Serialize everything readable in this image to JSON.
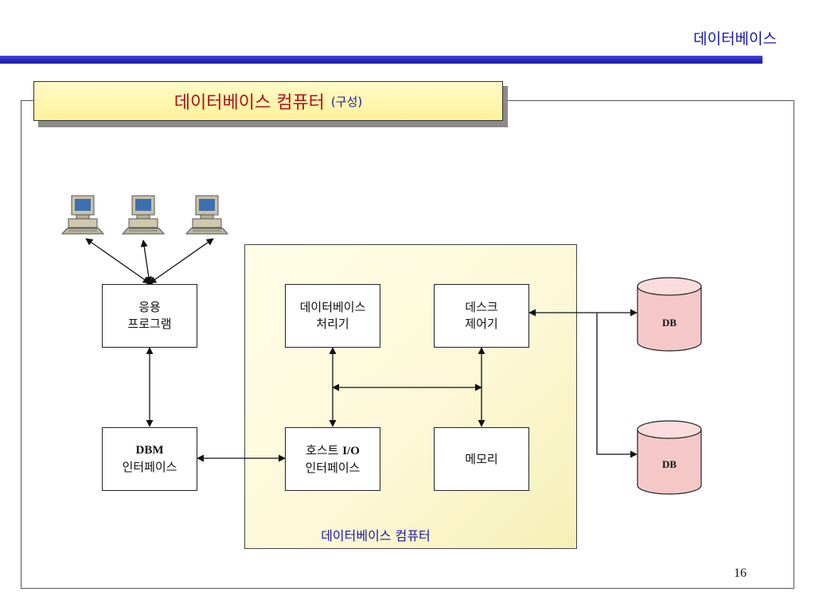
{
  "header": {
    "title": "데이터베이스"
  },
  "slide_title": {
    "main": "데이터베이스 컴퓨터",
    "sub": "(구성)"
  },
  "boxes": {
    "app": {
      "line1": "응용",
      "line2": "프로그램"
    },
    "dbm": {
      "line1": "DBM",
      "line2": "인터페이스"
    },
    "db_processor": {
      "line1": "데이터베이스",
      "line2": "처리기"
    },
    "disk_controller": {
      "line1": "데스크",
      "line2": "제어기"
    },
    "host_io": {
      "line1_kr": "호스트",
      "line1_en": "I/O",
      "line2": "인터페이스"
    },
    "memory": {
      "label": "메모리"
    }
  },
  "storage": {
    "db1": "DB",
    "db2": "DB"
  },
  "region_label": "데이터베이스 컴퓨터",
  "page_number": "16",
  "colors": {
    "accent_blue": "#1a1aa6",
    "title_red": "#b0101a",
    "db_fill": "#f5c8c8"
  }
}
